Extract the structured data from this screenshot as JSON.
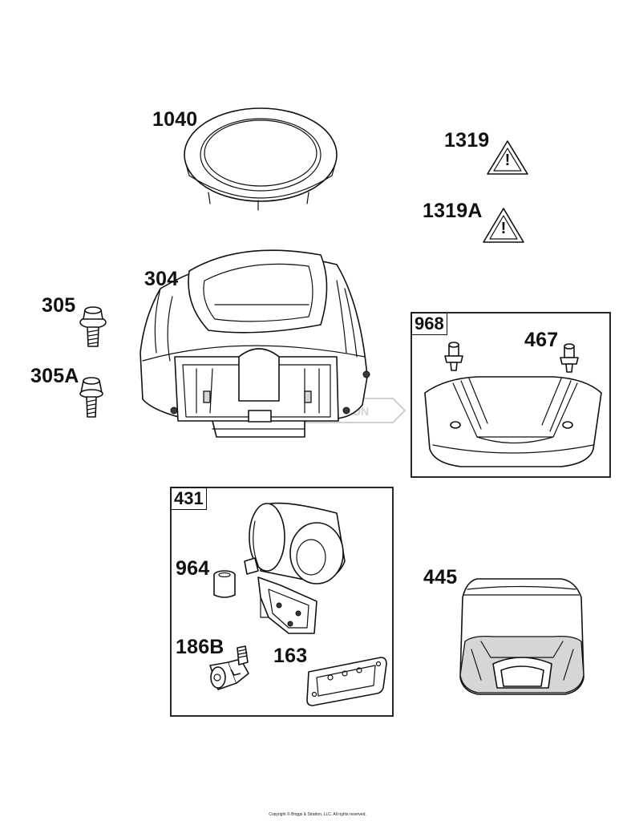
{
  "callouts": {
    "p1040": "1040",
    "p1319": "1319",
    "p1319a": "1319A",
    "p304": "304",
    "p305": "305",
    "p305a": "305A",
    "p968": "968",
    "p467": "467",
    "p431": "431",
    "p964": "964",
    "p186b": "186B",
    "p163": "163",
    "p445": "445"
  },
  "warning_symbol": "!",
  "copyright": "Copyright © Briggs & Stratton, LLC. All rights reserved."
}
